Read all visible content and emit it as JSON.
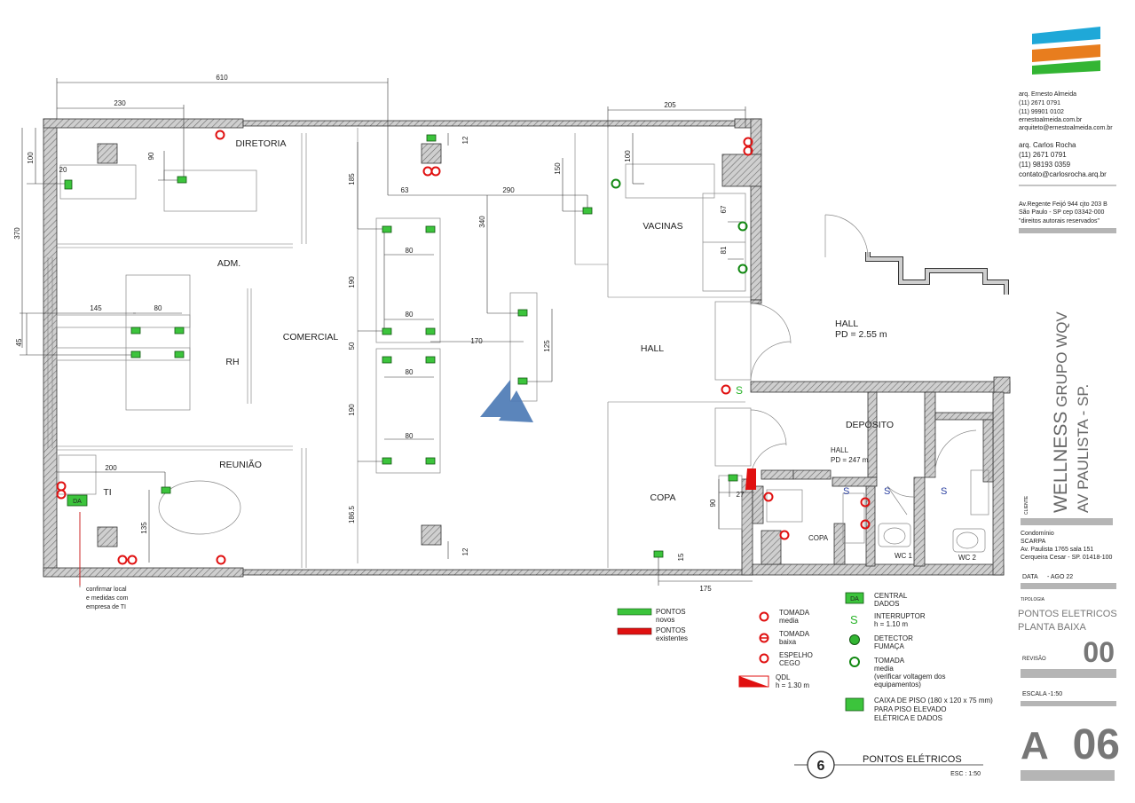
{
  "rooms": {
    "diretoria": "DIRETORIA",
    "adm": "ADM.",
    "rh": "RH",
    "comercial": "COMERCIAL",
    "reuniao": "REUNIÃO",
    "ti": "TI",
    "vacinas": "VACINAS",
    "hall": "HALL",
    "hall_right": "HALL",
    "hall_right_pd": "PD = 2.55 m",
    "deposito": "DEPÓSITO",
    "hall_dep": "HALL",
    "hall_dep_pd": "PD = 247 m",
    "copa": "COPA",
    "copa2": "COPA",
    "wc1": "WC 1",
    "wc2": "WC 2"
  },
  "dims": {
    "d610": "610",
    "d230": "230",
    "d205": "205",
    "d100a": "100",
    "d20": "20",
    "d90a": "90",
    "d185": "185",
    "d63": "63",
    "d290": "290",
    "d150": "150",
    "d100b": "100",
    "d12a": "12",
    "d370": "370",
    "d340": "340",
    "d80a": "80",
    "d67": "67",
    "d81": "81",
    "d190a": "190",
    "d145": "145",
    "d80b": "80",
    "d80c": "80",
    "d45": "45",
    "d50": "50",
    "d170": "170",
    "d125": "125",
    "d80d": "80",
    "d190b": "190",
    "d80e": "80",
    "d200": "200",
    "d186": "186.5",
    "d27": "27",
    "d90b": "90",
    "d135": "135",
    "d12b": "12",
    "d15": "15",
    "d175": "175"
  },
  "ti_box": "DA",
  "ti_note": [
    "confirmar local",
    "e medidas com",
    "empresa de TI"
  ],
  "legend": {
    "pontos_novos": [
      "PONTOS",
      "novos"
    ],
    "pontos_existentes": [
      "PONTOS",
      "existentes"
    ],
    "tomada_media": [
      "TOMADA",
      "media"
    ],
    "tomada_baixa": [
      "TOMADA",
      "baixa"
    ],
    "espelho_cego": [
      "ESPELHO",
      "CEGO"
    ],
    "qdl": [
      "QDL",
      "h = 1.30 m"
    ],
    "central_dados": [
      "CENTRAL",
      "DADOS"
    ],
    "central_symbol": "DA",
    "interruptor": [
      "INTERRUPTOR",
      "h = 1.10 m"
    ],
    "interruptor_symbol": "S",
    "detector": [
      "DETECTOR",
      "FUMAÇA"
    ],
    "tomada_media_v": [
      "TOMADA",
      "media",
      "(verificar voltagem dos",
      "equipamentos)"
    ],
    "caixa_piso": [
      "CAIXA DE PISO (180 x 120 x 75 mm)",
      "PARA PISO ELEVADO",
      "ELÉTRICA E DADOS"
    ]
  },
  "switch_symbol": "S",
  "title_block": {
    "architect1": [
      "arq. Ernesto Almeida",
      "(11)   2671 0791",
      "(11) 99901 0102",
      "ernestoalmeida.com.br",
      "arquiteto@ernestoalmeida.com.br"
    ],
    "architect2": [
      "arq. Carlos Rocha",
      "(11)   2671 0791",
      "(11) 98193 0359",
      "contato@carlosrocha.arq.br"
    ],
    "address": [
      "Av.Regente Feijó 944 cjto 203 B",
      "São Paulo - SP   cep 03342-000",
      "\"direitos autorais reservados\""
    ],
    "cliente_label": "CLIENTE",
    "client_line1a": "WELLNESS",
    "client_line1b": " GRUPO WQV",
    "client_line2": "AV PAULISTA - SP.",
    "condo": [
      "Condomínio",
      "SCARPA",
      "Av. Paulista 1765 sala 151",
      "Cerqueira Cesar - SP. 01418-100"
    ],
    "data_label": "DATA",
    "data_value": "-   AGO 22",
    "tipologia": "TIPOLOGIA",
    "sheet_title": [
      "PONTOS ELETRICOS",
      "PLANTA BAIXA"
    ],
    "revisao_label": "REVISÃO",
    "revisao": "00",
    "escala": "ESCALA -1:50",
    "sheet_letter": "A",
    "sheet_number": "06"
  },
  "drawing_label": {
    "number": "6",
    "title": "PONTOS ELÉTRICOS",
    "scale": "ESC : 1:50"
  },
  "colors": {
    "new_point": "#3cc43c",
    "existing_point": "#e01010",
    "logo_cyan": "#1fa8d8",
    "logo_orange": "#e87d1e",
    "logo_green": "#33b533",
    "watermark": "#4a78b4"
  }
}
